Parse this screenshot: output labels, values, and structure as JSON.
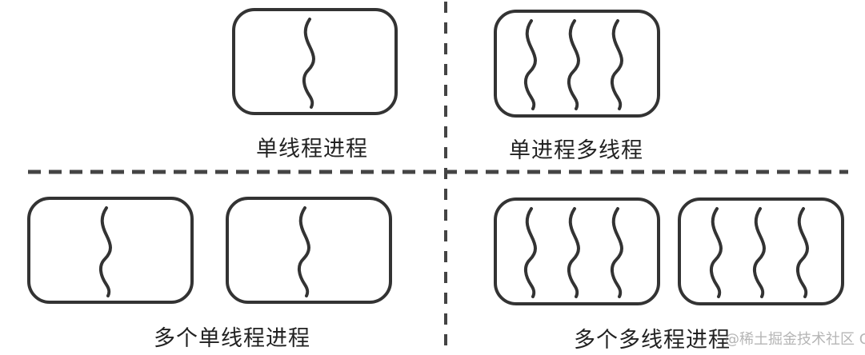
{
  "labels": {
    "single_thread_process": "单线程进程",
    "single_process_multi_thread": "单进程多线程",
    "multi_single_thread_processes": "多个单线程进程",
    "multi_multi_thread_processes": "多个多线程进程"
  },
  "watermark": "@稀土掘金技术社区 CSDN @山丹",
  "colors": {
    "stroke": "#333333",
    "background": "#ffffff"
  }
}
